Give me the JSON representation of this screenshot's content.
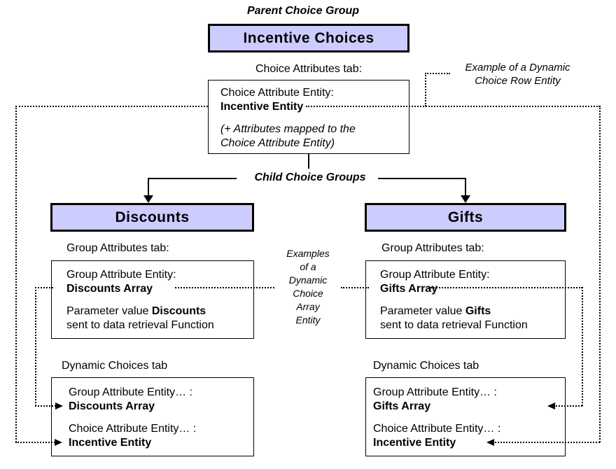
{
  "colors": {
    "box_fill": "#ccccff",
    "line": "#000000"
  },
  "diagram": {
    "parent_label": "Parent Choice Group",
    "parent_box_title": "Incentive Choices",
    "choice_attributes_tab_label": "Choice Attributes tab:",
    "choice_attribute_box": {
      "line1": "Choice Attribute Entity:",
      "entity_name": "Incentive Entity",
      "note_line1": "(+ Attributes mapped to the",
      "note_line2": "Choice Attribute Entity)"
    },
    "row_entity_annotation": {
      "line1": "Example of a Dynamic",
      "line2": "Choice Row Entity"
    },
    "child_label": "Child Choice Groups",
    "array_entity_annotation": {
      "lines": [
        "Examples",
        "of a",
        "Dynamic",
        "Choice",
        "Array",
        "Entity"
      ]
    },
    "left": {
      "group_title": "Discounts",
      "group_attributes_tab_label": "Group Attributes tab:",
      "group_box": {
        "line1": "Group Attribute Entity:",
        "entity_name": "Discounts Array",
        "param_prefix": "Parameter value ",
        "param_value": "Discounts",
        "param_suffix": "sent to data retrieval Function"
      },
      "dynamic_tab_label": "Dynamic Choices tab",
      "dynamic_box": {
        "line1": "Group Attribute Entity… :",
        "entity1": "Discounts Array",
        "line2": "Choice Attribute Entity… :",
        "entity2": "Incentive Entity"
      }
    },
    "right": {
      "group_title": "Gifts",
      "group_attributes_tab_label": "Group Attributes tab:",
      "group_box": {
        "line1": "Group Attribute Entity:",
        "entity_name": "Gifts Array",
        "param_prefix": "Parameter value ",
        "param_value": "Gifts",
        "param_suffix": "sent to data retrieval Function"
      },
      "dynamic_tab_label": "Dynamic Choices tab",
      "dynamic_box": {
        "line1": "Group Attribute Entity… :",
        "entity1": "Gifts Array",
        "line2": "Choice Attribute Entity… :",
        "entity2": "Incentive Entity"
      }
    }
  }
}
